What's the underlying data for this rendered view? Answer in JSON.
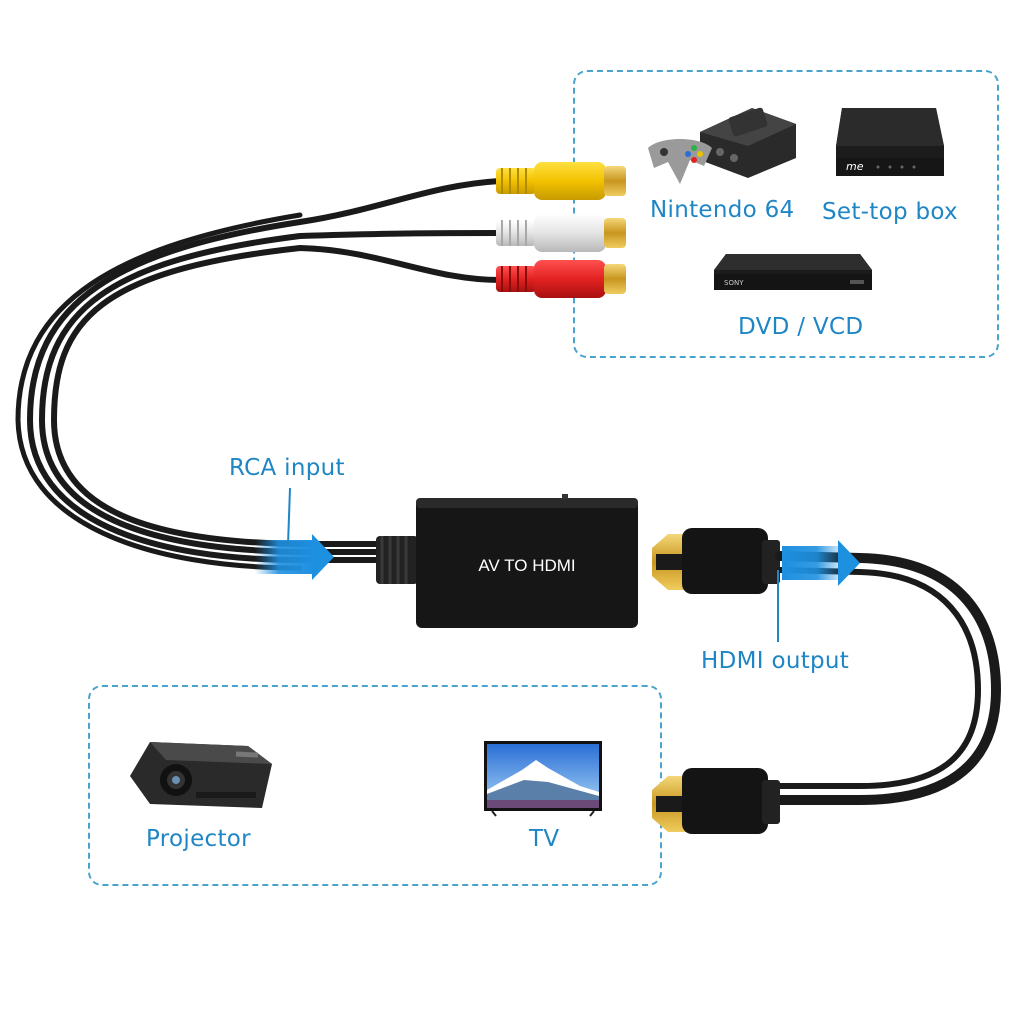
{
  "colors": {
    "label_blue": "#1f86c6",
    "dash_border": "#4aa3cc",
    "cable": "#1a1a1a",
    "arrow_blue": "#1e90e0",
    "rca_yellow": "#f2c200",
    "rca_white": "#e4e4e4",
    "rca_red": "#e32222",
    "gold": "#d8a830",
    "adapter_body": "#161616"
  },
  "sources": {
    "n64_label": "Nintendo 64",
    "settop_label": "Set-top box",
    "dvd_label": "DVD / VCD",
    "settop_brand": "me",
    "dvd_brand": "SONY"
  },
  "adapter": {
    "label": "AV TO HDMI"
  },
  "callouts": {
    "rca_input": "RCA input",
    "hdmi_output": "HDMI output"
  },
  "displays": {
    "projector_label": "Projector",
    "tv_label": "TV"
  }
}
